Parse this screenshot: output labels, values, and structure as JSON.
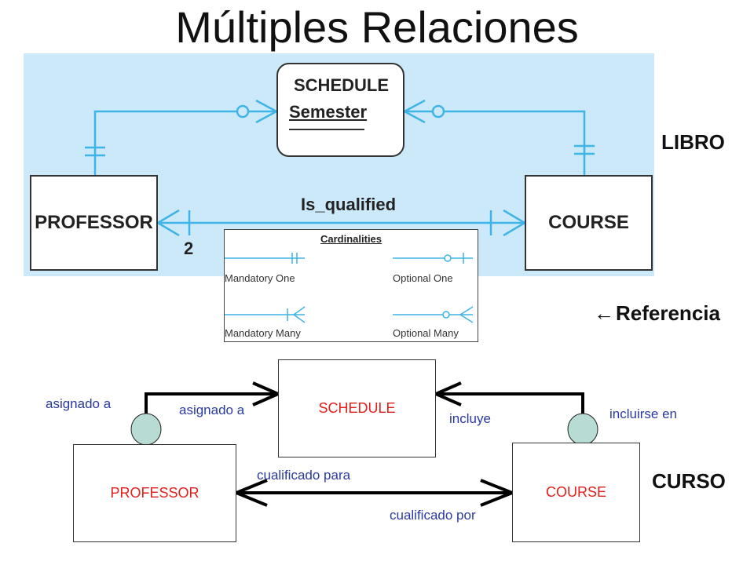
{
  "title": "Múltiples Relaciones",
  "book_diagram": {
    "schedule_name": "SCHEDULE",
    "schedule_attr": "Semester",
    "professor": "PROFESSOR",
    "course": "COURSE",
    "relationship": "Is_qualified",
    "number_label": "2"
  },
  "legend": {
    "title": "Cardinalities",
    "mandatory_one": "Mandatory One",
    "optional_one": "Optional One",
    "mandatory_many": "Mandatory Many",
    "optional_many": "Optional Many"
  },
  "labels": {
    "libro": "LIBRO",
    "referencia": "Referencia",
    "curso": "CURSO"
  },
  "course_diagram": {
    "schedule": "SCHEDULE",
    "professor": "PROFESSOR",
    "course": "COURSE",
    "asignado_a_left": "asignado a",
    "asignado_a_right": "asignado a",
    "incluye": "incluye",
    "incluirse_en": "incluirse en",
    "cualificado_para": "cualificado para",
    "cualificado_por": "cualificado por"
  },
  "colors": {
    "book_background": "#cce9f9",
    "book_lines": "#3fb4e6",
    "entity_text": "#e0201b",
    "role_text": "#2a3aa0",
    "optional_circle": "#b8dcd4"
  },
  "icons": {
    "referencia_arrow": "left-arrow-icon"
  }
}
